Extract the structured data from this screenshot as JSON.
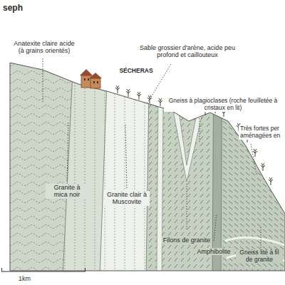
{
  "diagram": {
    "title": "seph",
    "labels": [
      "SÉCHERAS",
      "Anatexite claire acide (à grains orientés)",
      "Sable grossier d'arène, acide peu profond et caillouteux",
      "Gneiss à plagioclases (roche feuilletée à cristaux en lit)",
      "Très fortes per aménagées en",
      "Granite à mica noir",
      "Granite clair à Muscovite",
      "Filons de granite",
      "Amphibolite",
      "Gneiss lité à fil de granite",
      "1km"
    ]
  }
}
